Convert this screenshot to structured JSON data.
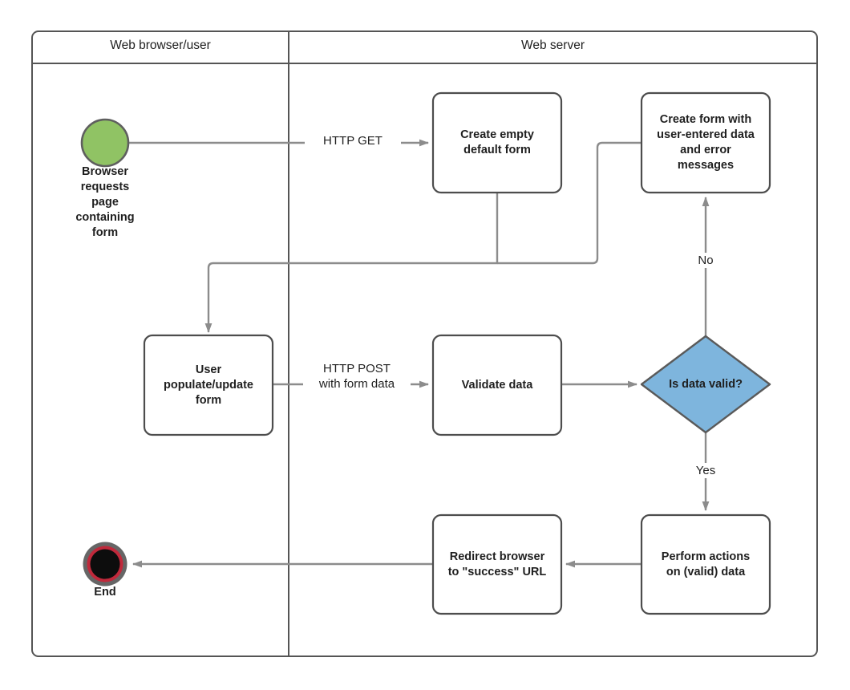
{
  "diagram": {
    "title_present": false,
    "colors": {
      "frame_stroke": "#555555",
      "node_stroke": "#4d4d4d",
      "edge_stroke": "#8c8c8c",
      "start_fill": "#90c364",
      "start_stroke": "#5f5f5f",
      "decision_fill": "#7eb5dd",
      "decision_stroke": "#5a5a5a",
      "end_outer": "#666666",
      "end_ring": "#c0293b",
      "end_inner": "#0d0d0d",
      "text": "#1f1f1f",
      "background": "#ffffff"
    },
    "lanes": [
      {
        "id": "lane-browser",
        "label": "Web browser/user"
      },
      {
        "id": "lane-server",
        "label": "Web server"
      }
    ],
    "nodes": [
      {
        "id": "start",
        "type": "start-circle",
        "label": "",
        "caption": "Browser\nrequests\npage\ncontaining\nform"
      },
      {
        "id": "create-empty",
        "type": "process-box",
        "label": "Create empty\ndefault form",
        "caption": ""
      },
      {
        "id": "create-errors",
        "type": "process-box",
        "label": "Create form with\nuser-entered data\nand error\nmessages",
        "caption": ""
      },
      {
        "id": "user-populate",
        "type": "process-box",
        "label": "User\npopulate/update\nform",
        "caption": ""
      },
      {
        "id": "validate",
        "type": "process-box",
        "label": "Validate data",
        "caption": ""
      },
      {
        "id": "is-valid",
        "type": "decision",
        "label": "Is data valid?",
        "caption": ""
      },
      {
        "id": "perform",
        "type": "process-box",
        "label": "Perform actions\non (valid) data",
        "caption": ""
      },
      {
        "id": "redirect",
        "type": "process-box",
        "label": "Redirect browser\nto \"success\" URL",
        "caption": ""
      },
      {
        "id": "end",
        "type": "end-circle",
        "label": "",
        "caption": "End"
      }
    ],
    "edges": [
      {
        "id": "e-start-create",
        "from": "start",
        "to": "create-empty",
        "label": "HTTP GET"
      },
      {
        "id": "e-create-user",
        "from": "create-empty",
        "to": "user-populate",
        "label": ""
      },
      {
        "id": "e-errors-user",
        "from": "create-errors",
        "to": "user-populate",
        "label": ""
      },
      {
        "id": "e-user-validate",
        "from": "user-populate",
        "to": "validate",
        "label": "HTTP POST\nwith form data"
      },
      {
        "id": "e-validate-decide",
        "from": "validate",
        "to": "is-valid",
        "label": ""
      },
      {
        "id": "e-decide-errors",
        "from": "is-valid",
        "to": "create-errors",
        "label": "No"
      },
      {
        "id": "e-decide-perform",
        "from": "is-valid",
        "to": "perform",
        "label": "Yes"
      },
      {
        "id": "e-perform-redirect",
        "from": "perform",
        "to": "redirect",
        "label": ""
      },
      {
        "id": "e-redirect-end",
        "from": "redirect",
        "to": "end",
        "label": ""
      }
    ]
  }
}
